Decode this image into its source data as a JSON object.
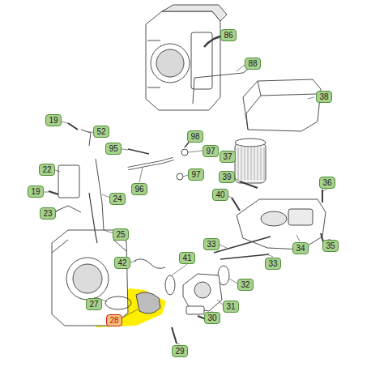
{
  "diagram": {
    "nodes": [
      {
        "text": [
          "86"
        ]
      },
      {
        "text": [
          "88"
        ]
      },
      {
        "text": [
          "38"
        ]
      },
      {
        "text": [
          "19"
        ]
      },
      {
        "text": [
          "52"
        ]
      },
      {
        "text": [
          "98"
        ]
      },
      {
        "text": [
          "95"
        ]
      },
      {
        "text": [
          "97"
        ]
      },
      {
        "text": [
          "37"
        ]
      },
      {
        "text": [
          "22"
        ]
      },
      {
        "text": [
          "97"
        ]
      },
      {
        "text": [
          "39"
        ]
      },
      {
        "text": [
          "36"
        ]
      },
      {
        "text": [
          "96"
        ]
      },
      {
        "text": [
          "19"
        ]
      },
      {
        "text": [
          "40"
        ]
      },
      {
        "text": [
          "24"
        ]
      },
      {
        "text": [
          "23"
        ]
      },
      {
        "text": [
          "25"
        ]
      },
      {
        "text": [
          "33"
        ]
      },
      {
        "text": [
          "35"
        ]
      },
      {
        "text": [
          "34"
        ]
      },
      {
        "text": [
          "41"
        ]
      },
      {
        "text": [
          "42"
        ]
      },
      {
        "text": [
          "33"
        ]
      },
      {
        "text": [
          "32"
        ]
      },
      {
        "text": [
          "27"
        ]
      },
      {
        "text": [
          "31"
        ]
      },
      {
        "text": [
          "30"
        ]
      },
      {
        "text": [
          "28"
        ]
      },
      {
        "text": [
          "29"
        ]
      }
    ]
  }
}
